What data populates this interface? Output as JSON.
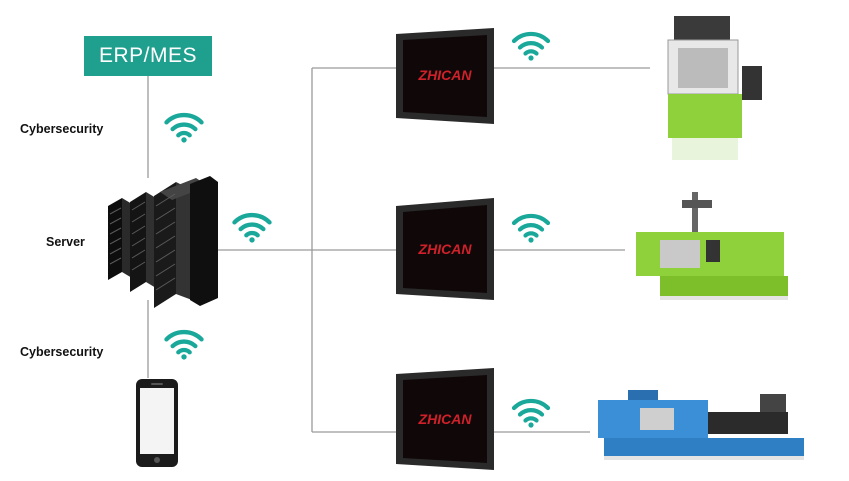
{
  "erp": {
    "label": "ERP/MES"
  },
  "labels": {
    "cybersecurity_top": "Cybersecurity",
    "server": "Server",
    "cybersecurity_bottom": "Cybersecurity"
  },
  "panels": [
    {
      "brand": "ZHICAN"
    },
    {
      "brand": "ZHICAN"
    },
    {
      "brand": "ZHICAN"
    }
  ],
  "colors": {
    "erp_bg": "#1f9f8e",
    "wifi": "#1aa89a",
    "line": "#9a9a9a",
    "brand_red": "#d0202a",
    "machine_green": "#8ed13a",
    "machine_blue": "#3a8fd6"
  },
  "icons": [
    "wifi-icon",
    "server-rack-icon",
    "smartphone-icon",
    "hmi-panel-icon",
    "injection-molding-machine-icon"
  ]
}
